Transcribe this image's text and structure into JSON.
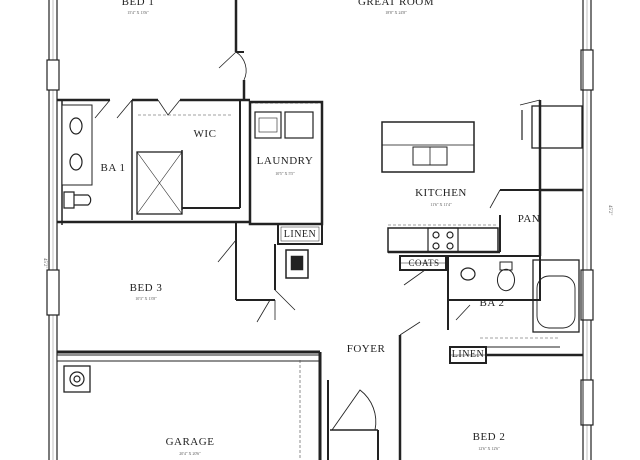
{
  "plan": {
    "rooms": [
      {
        "id": "bed1",
        "name": "BED 1",
        "dim": "15'4\" X 13'6\""
      },
      {
        "id": "great-room",
        "name": "GREAT ROOM",
        "dim": "18'8\" X 24'8\""
      },
      {
        "id": "wic",
        "name": "WIC",
        "dim": ""
      },
      {
        "id": "ba1",
        "name": "BA 1",
        "dim": ""
      },
      {
        "id": "laundry",
        "name": "LAUNDRY",
        "dim": "10'5\" X 5'5\""
      },
      {
        "id": "kitchen",
        "name": "KITCHEN",
        "dim": "11'6\" X 11'4\""
      },
      {
        "id": "pan",
        "name": "PAN",
        "dim": ""
      },
      {
        "id": "linen1",
        "name": "LINEN",
        "dim": ""
      },
      {
        "id": "coats",
        "name": "COATS",
        "dim": ""
      },
      {
        "id": "bed3",
        "name": "BED 3",
        "dim": "10'3\" X 13'8\""
      },
      {
        "id": "ba2",
        "name": "BA 2",
        "dim": ""
      },
      {
        "id": "foyer",
        "name": "FOYER",
        "dim": ""
      },
      {
        "id": "linen2",
        "name": "LINEN",
        "dim": ""
      },
      {
        "id": "garage",
        "name": "GARAGE",
        "dim": "20'4\" X 20'6\""
      },
      {
        "id": "bed2",
        "name": "BED 2",
        "dim": "12'6\" X 12'6\""
      }
    ],
    "side_dims": {
      "left": "45'2\"",
      "right": "45'2\""
    }
  }
}
